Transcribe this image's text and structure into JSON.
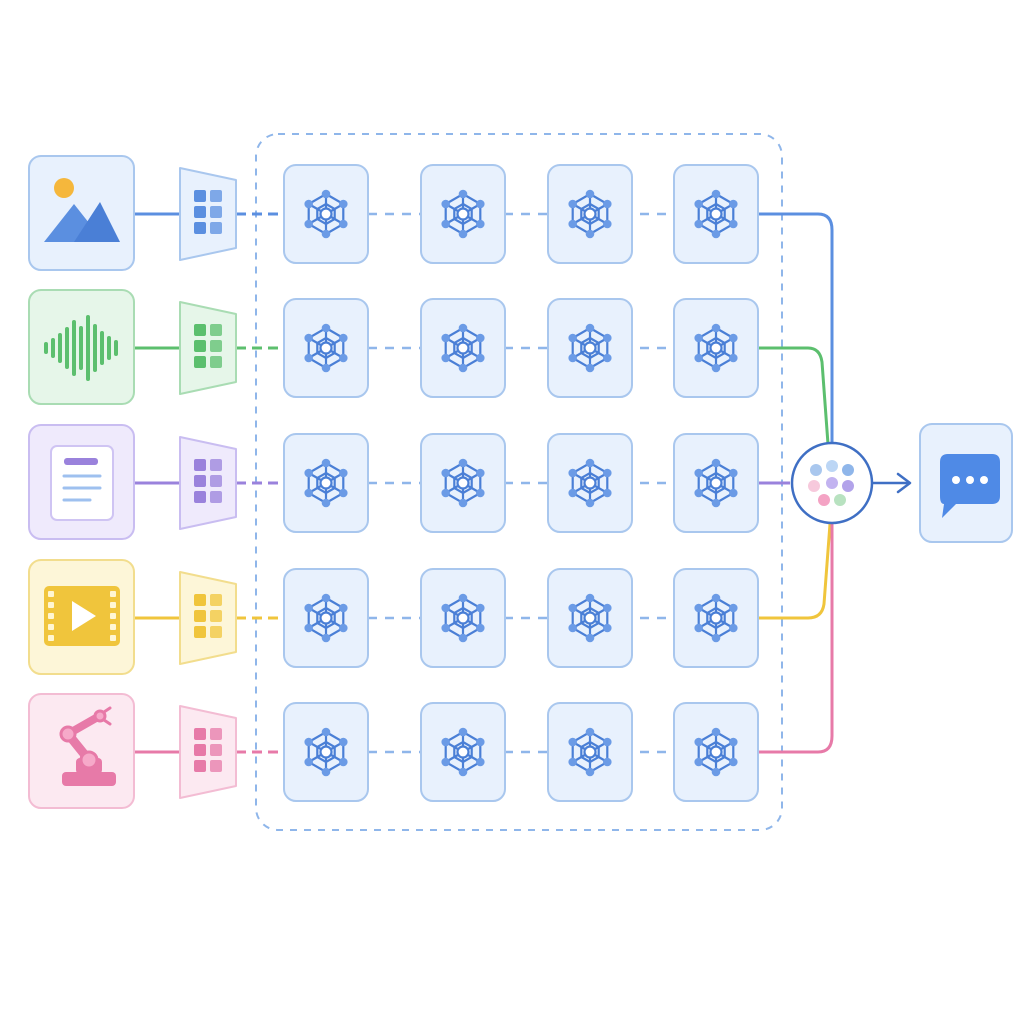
{
  "diagram": {
    "colors": {
      "blue": "#5b8fe0",
      "green": "#5cbf6e",
      "purple": "#9a82dc",
      "yellow": "#f0c53c",
      "pink": "#e77aa8",
      "grid_stroke": "#8fb6ea",
      "node_fill": "#e8f1fd",
      "network_icon": "#4a7fd6"
    },
    "inputs": [
      {
        "name": "image",
        "icon": "image-icon",
        "color": "#5b8fe0",
        "bg": "#e8f1fd",
        "border": "#a9c7ee"
      },
      {
        "name": "audio",
        "icon": "audio-waveform-icon",
        "color": "#5cbf6e",
        "bg": "#e6f6e9",
        "border": "#a9dcb3"
      },
      {
        "name": "text",
        "icon": "document-icon",
        "color": "#9a82dc",
        "bg": "#efeafc",
        "border": "#c9bdf1"
      },
      {
        "name": "video",
        "icon": "video-icon",
        "color": "#f0c53c",
        "bg": "#fdf6d8",
        "border": "#f2dd8d"
      },
      {
        "name": "robot",
        "icon": "robot-arm-icon",
        "color": "#e77aa8",
        "bg": "#fce9f1",
        "border": "#f3bcd3"
      }
    ],
    "encoder_icon": "encoder-trapezoid-icon",
    "layer_icon": "neural-network-icon",
    "grid": {
      "rows": 5,
      "columns": 4
    },
    "fusion_icon": "fusion-dots-icon",
    "output_icon": "chat-bubble-icon"
  }
}
